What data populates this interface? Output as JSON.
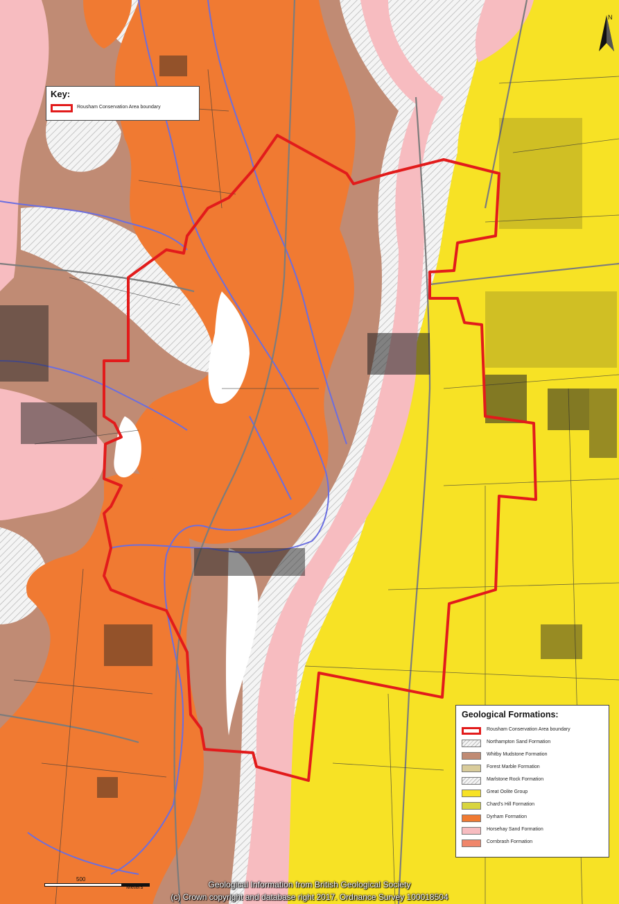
{
  "map": {
    "key": {
      "title": "Key:",
      "item_label": "Rousham Conservation Area boundary",
      "item_color": "#e21b1b"
    },
    "legend": {
      "title": "Geological Formations:",
      "items": [
        {
          "label": "Rousham Conservation Area boundary",
          "color": "#e21b1b",
          "style": "outline"
        },
        {
          "label": "Northampton Sand Formation",
          "color": "#f4f4f4",
          "style": "hatched"
        },
        {
          "label": "Whitby Mudstone Formation",
          "color": "#c08b74",
          "style": "fill"
        },
        {
          "label": "Forest Marble Formation",
          "color": "#d9cc9b",
          "style": "fill"
        },
        {
          "label": "Marlstone Rock Formation",
          "color": "#f4f4f4",
          "style": "hatched"
        },
        {
          "label": "Great Oolite Group",
          "color": "#f7e225",
          "style": "fill"
        },
        {
          "label": "Chard's Hill Formation",
          "color": "#d8d53f",
          "style": "fill"
        },
        {
          "label": "Dyrham Formation",
          "color": "#f07a32",
          "style": "fill"
        },
        {
          "label": "Horsehay Sand Formation",
          "color": "#f7bcc0",
          "style": "fill"
        },
        {
          "label": "Cornbrash Formation",
          "color": "#f0866b",
          "style": "fill"
        }
      ]
    },
    "scale": {
      "value": "500",
      "unit": "Meters"
    },
    "north_label": "N",
    "credits": {
      "line1": "Geological Information from British Geological Society",
      "line2": "(c) Crown copyright and database right 2017. Ordnance Survey 100018504"
    },
    "colors": {
      "dyrham": "#f07a32",
      "whitby": "#c08b74",
      "horsehay": "#f7bcc0",
      "great_oolite": "#f7e225",
      "boundary": "#e21b1b",
      "river": "#6a6ee0",
      "road": "#7c7c7c"
    }
  }
}
